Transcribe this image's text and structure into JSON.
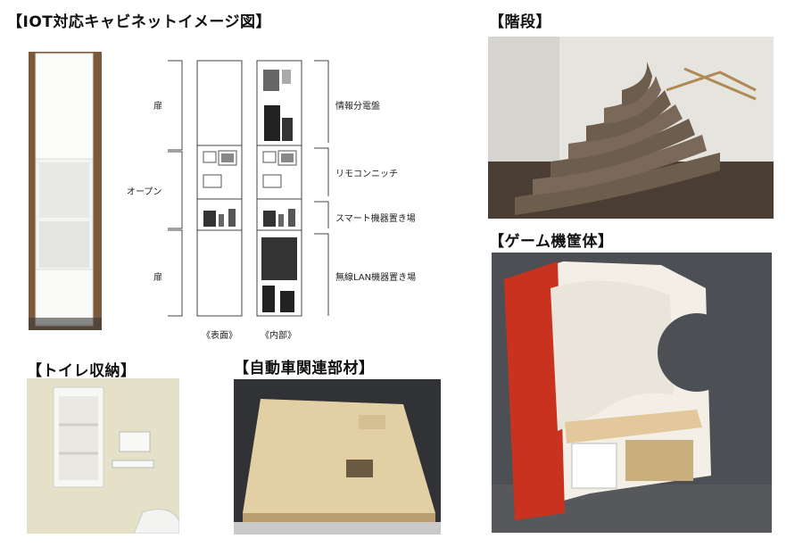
{
  "sections": {
    "iot": {
      "title": "【IOT対応キャビネットイメージ図】"
    },
    "stairs": {
      "title": "【階段】"
    },
    "game": {
      "title": "【ゲーム機筐体】"
    },
    "toilet": {
      "title": "【トイレ収納】"
    },
    "auto": {
      "title": "【自動車関連部材】"
    }
  },
  "diagram": {
    "left_labels": {
      "door_top": "扉",
      "open": "オープン",
      "door_bottom": "扉"
    },
    "right_labels": {
      "panel": "情報分電盤",
      "remote": "リモコンニッチ",
      "smart": "スマート機器置き場",
      "lan": "無線LAN機器置き場"
    },
    "captions": {
      "front": "《表面》",
      "inside": "《内部》"
    }
  }
}
